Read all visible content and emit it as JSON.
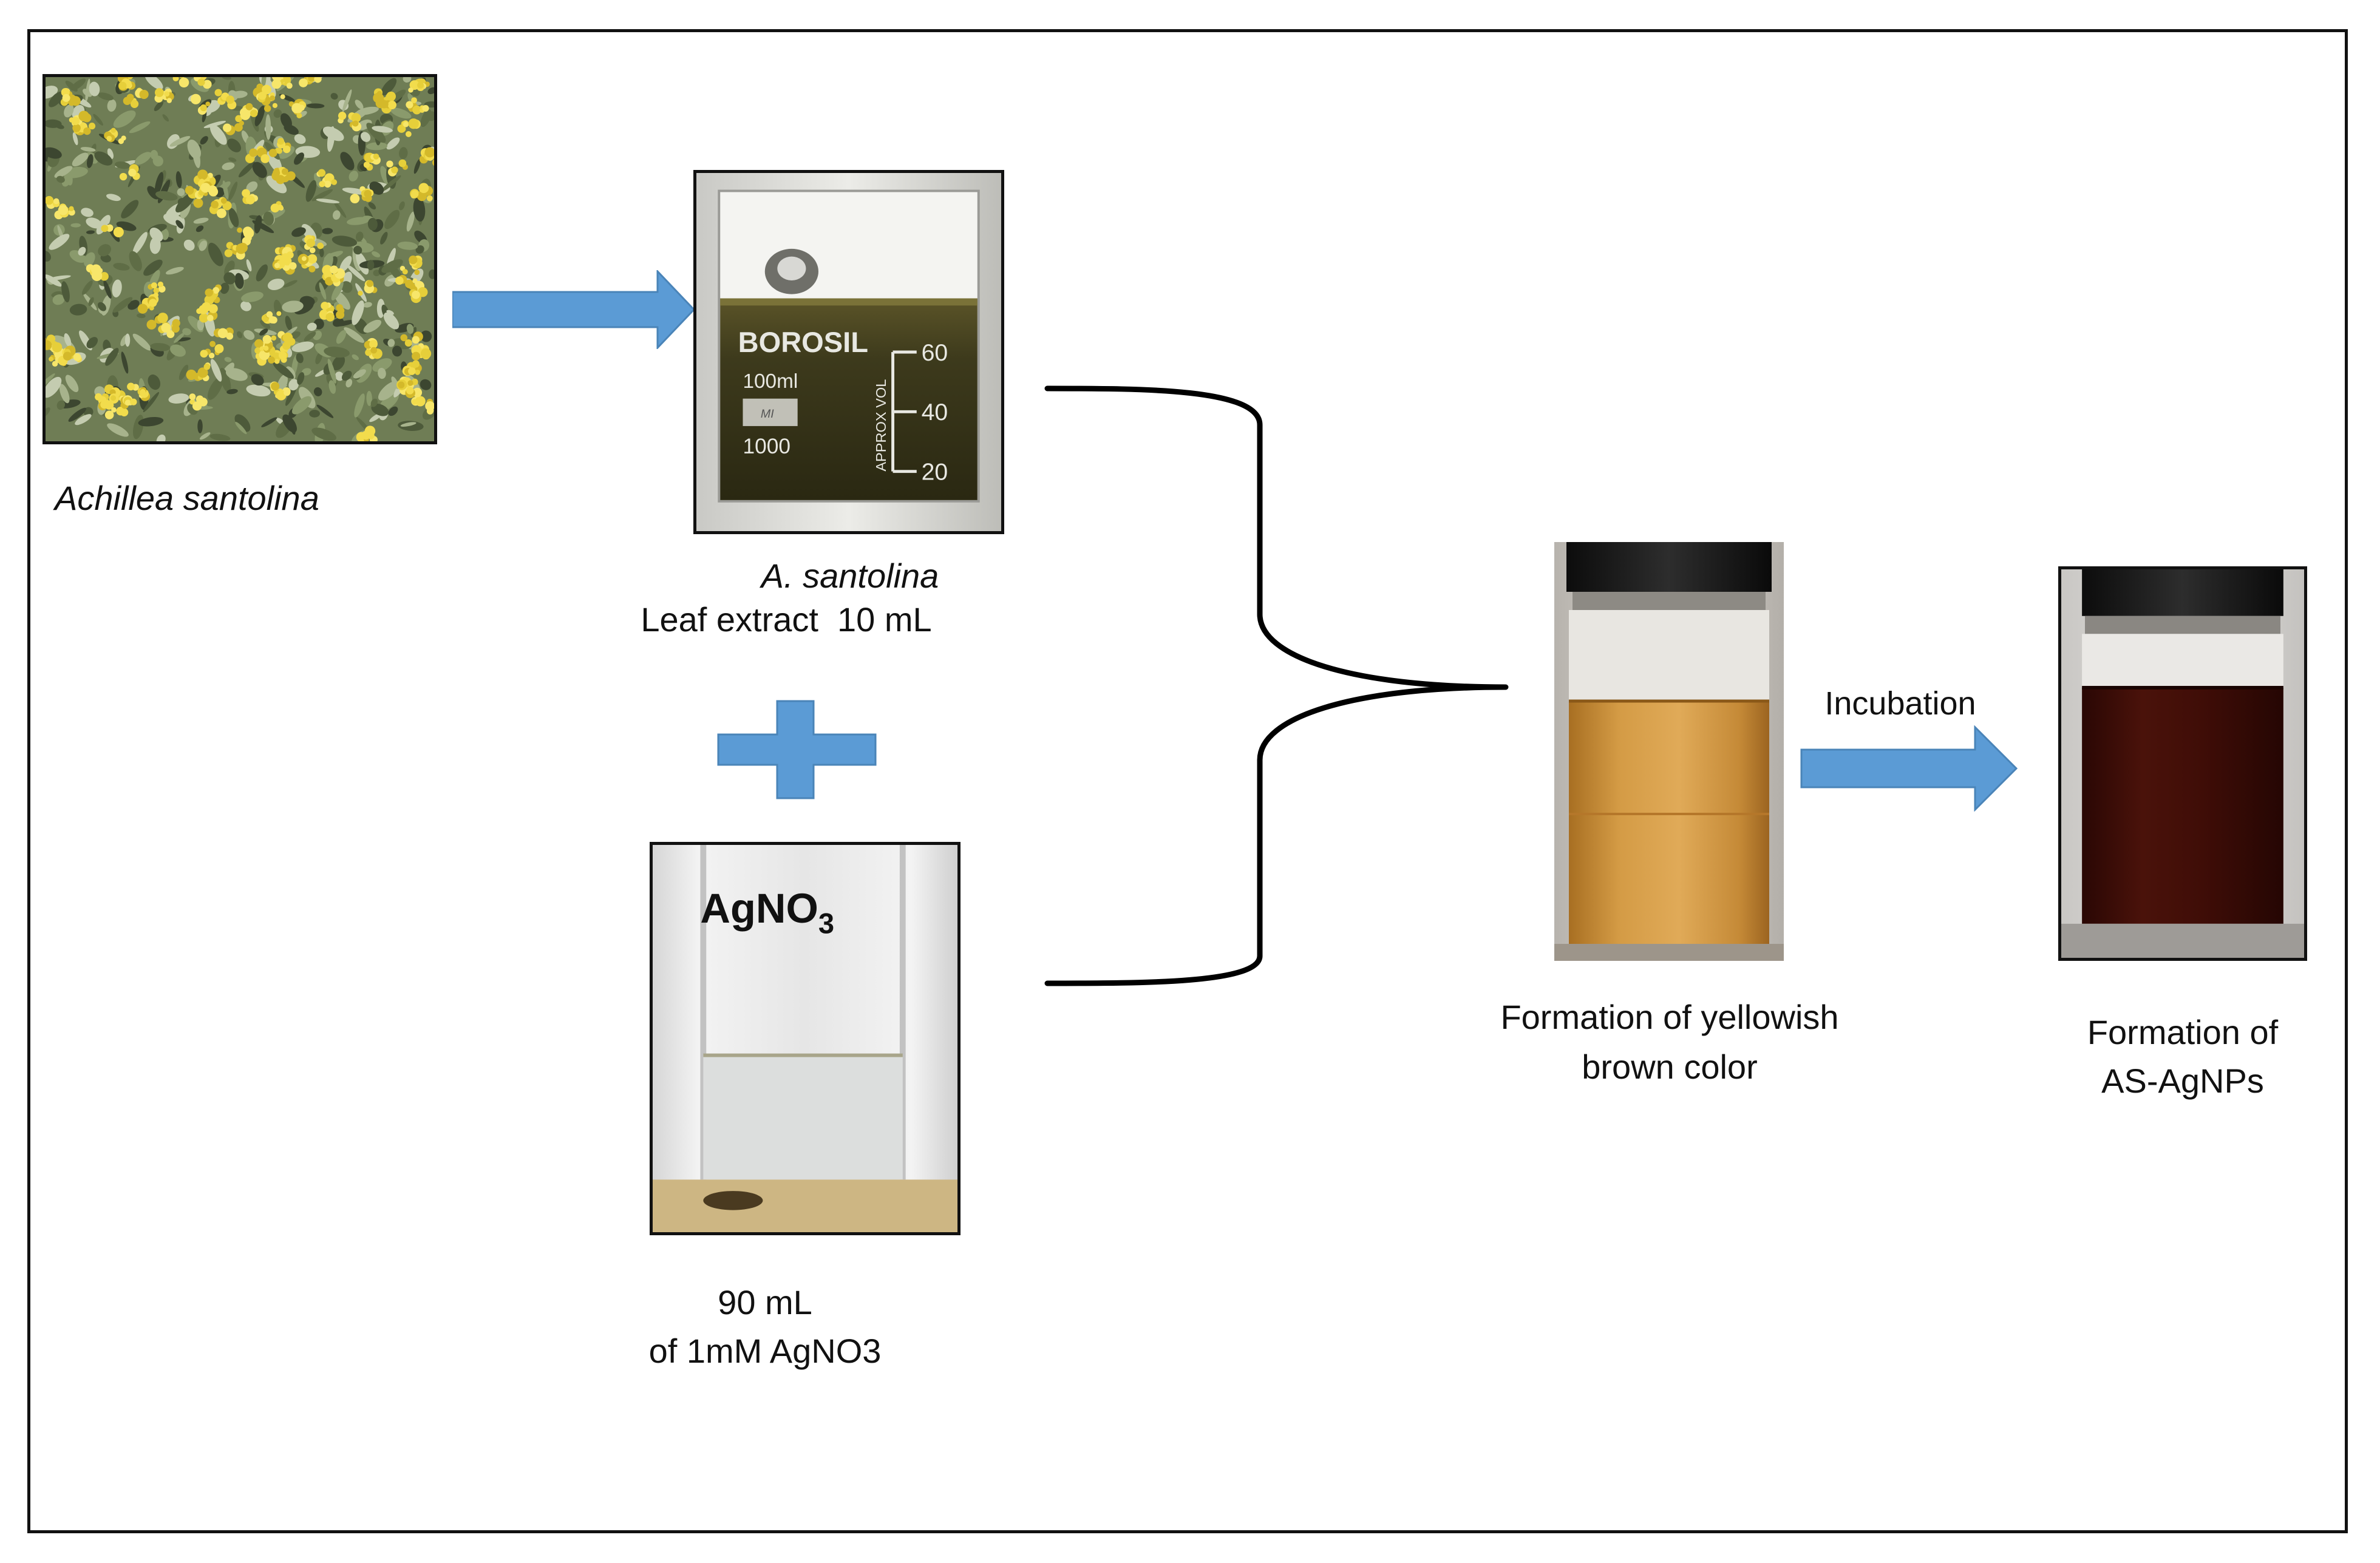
{
  "colors": {
    "arrow": "#5b9bd5",
    "arrow_stroke": "#4a84b8",
    "frame": "#111111",
    "brace": "#000000",
    "extract_liquid": "#3d3a1c",
    "mixture_liquid": "#c58a37",
    "agnp_liquid": "#3f0d07"
  },
  "plant": {
    "icon": "flowering-shrub-photo",
    "caption": "Achillea santolina"
  },
  "extract": {
    "icon": "beaker-photo",
    "beaker_brand": "BOROSIL",
    "beaker_volume": "100ml",
    "beaker_mark": "MI",
    "beaker_number": "1000",
    "beaker_scale_label": "APPROX VOL",
    "beaker_scale": [
      "60",
      "40",
      "20"
    ],
    "caption_species": "A. santolina",
    "caption_detail": "Leaf extract  10 mL"
  },
  "plus": {
    "icon": "plus-icon"
  },
  "silver_nitrate": {
    "icon": "test-tube-photo",
    "tube_label": "AgNO",
    "tube_label_sub": "3",
    "caption_volume": "90 mL",
    "caption_detail": "of 1mM AgNO3"
  },
  "mixture": {
    "icon": "vial-photo",
    "caption_line1": "Formation of yellowish",
    "caption_line2": "brown color"
  },
  "incubation": {
    "label": "Incubation",
    "icon": "right-arrow-icon"
  },
  "product": {
    "icon": "vial-photo",
    "caption_line1": "Formation of",
    "caption_line2": "AS-AgNPs"
  }
}
